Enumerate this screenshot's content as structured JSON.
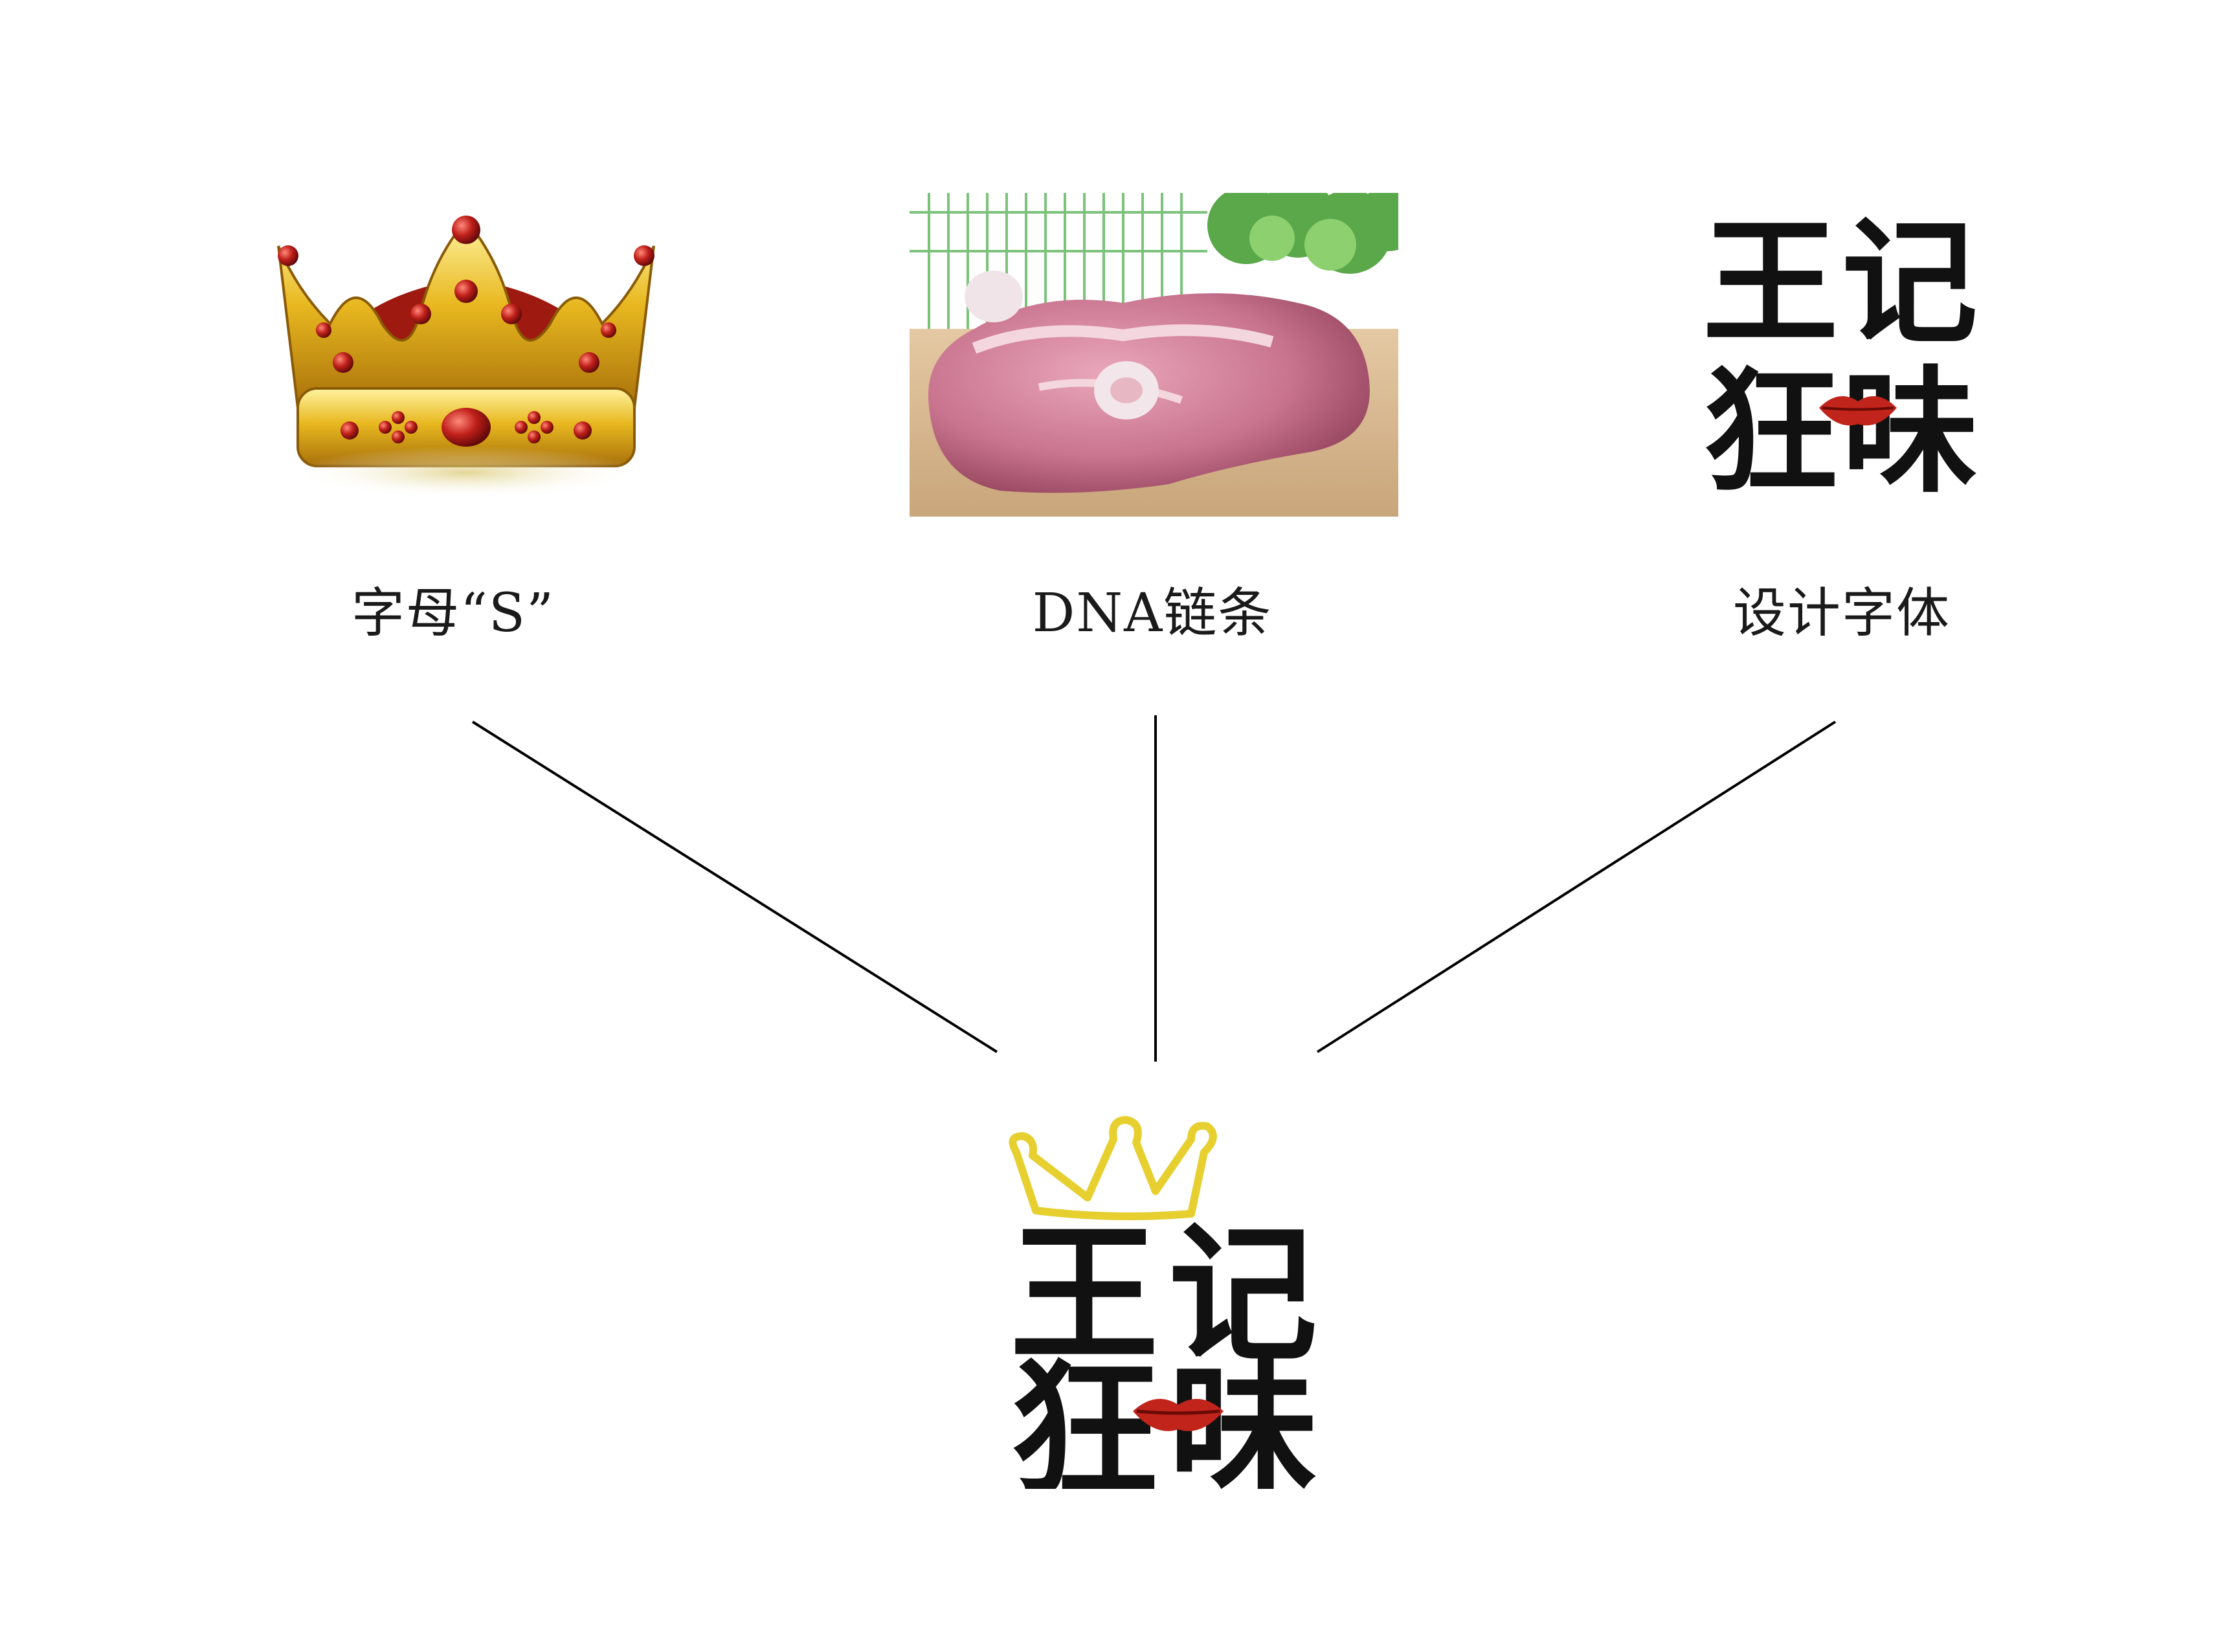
{
  "sources": [
    {
      "id": "crown",
      "label": "字母“S”",
      "icon": "crown-image"
    },
    {
      "id": "meat",
      "label": "DNA链条",
      "icon": "meat-photo"
    },
    {
      "id": "font",
      "label": "设计字体",
      "icon": "logo-text-image"
    }
  ],
  "logo": {
    "chars": [
      "王",
      "记",
      "狂",
      "味"
    ]
  },
  "colors": {
    "line": "#000000",
    "crown_gold": "#e8b820",
    "crown_red": "#9e1a10",
    "lips_red": "#c0241a",
    "meat_pink": "#c9748f",
    "outline_crown": "#e6cf2e"
  }
}
